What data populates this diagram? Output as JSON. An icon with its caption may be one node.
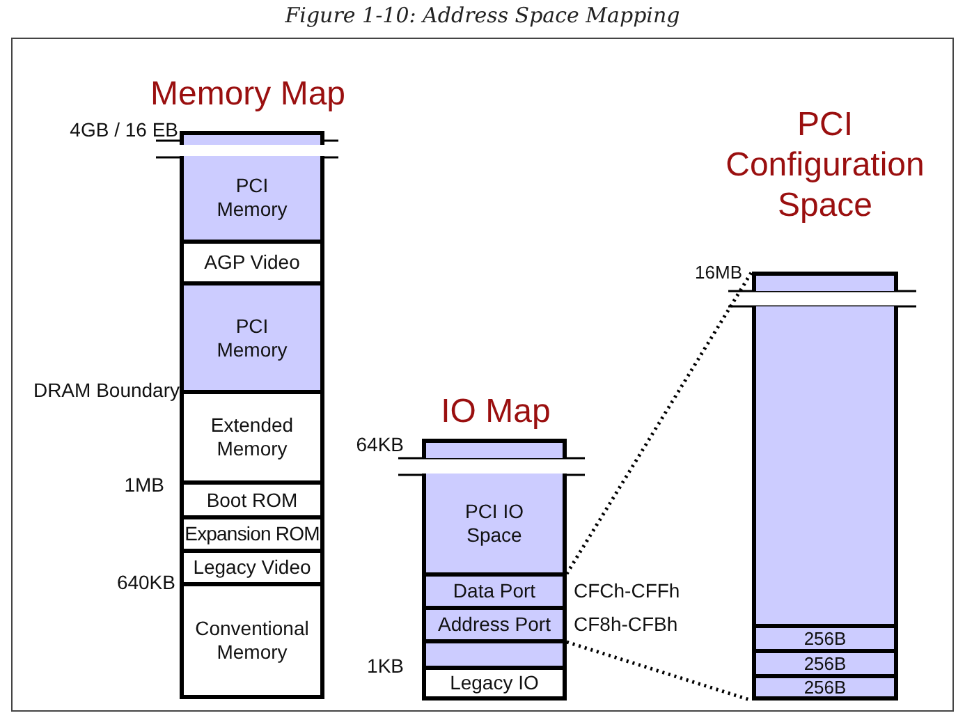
{
  "diagram": {
    "title": "Figure 1-10: Address Space Mapping",
    "nodes": [
      {
        "text": [],
        "shape": "box"
      },
      {
        "text": [
          "PCI Memory"
        ]
      },
      {
        "text": [
          "AGP Video"
        ]
      },
      {
        "text": [
          "PCI Memory"
        ]
      },
      {
        "text": [
          "Extended Memory"
        ]
      },
      {
        "text": [
          "Boot ROM"
        ]
      },
      {
        "text": [
          "Expansion ROM"
        ]
      },
      {
        "text": [
          "Legacy Video"
        ]
      },
      {
        "text": [
          "Conventional Memory"
        ]
      },
      {
        "text": [],
        "shape": "box"
      },
      {
        "text": [
          "PCI IO Space"
        ]
      },
      {
        "text": [
          "Data Port"
        ]
      },
      {
        "text": [
          "Address Port"
        ]
      },
      {
        "text": [],
        "shape": "box"
      },
      {
        "text": [
          "Legacy IO"
        ]
      },
      {
        "text": [],
        "shape": "box"
      },
      {
        "text": [],
        "shape": "box"
      },
      {
        "text": [
          "256B"
        ]
      },
      {
        "text": [
          "256B"
        ]
      },
      {
        "text": [
          "256B"
        ]
      }
    ],
    "edges": [
      {
        "from": 11,
        "to": 15,
        "arrow": "none",
        "style": "dashed"
      },
      {
        "from": 13,
        "to": 19,
        "arrow": "none",
        "style": "dashed"
      }
    ],
    "labels": [
      "Memory Map",
      "4GB / 16 EB",
      "DRAM Boundary",
      "1MB",
      "640KB",
      "PCI Configuration Space",
      "IO Map",
      "64KB",
      "CFCh-CFFh",
      "CF8h-CFBh",
      "1KB",
      "16MB"
    ]
  }
}
